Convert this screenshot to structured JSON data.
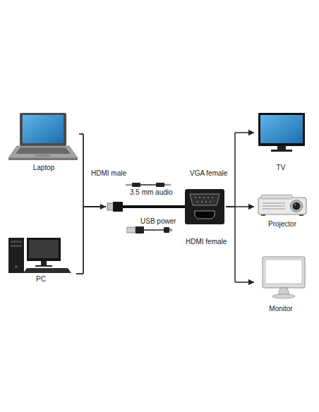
{
  "diagram": {
    "nodes": [
      {
        "text": [
          "Laptop"
        ]
      },
      {
        "text": [
          "PC"
        ]
      },
      {
        "text": [
          "TV"
        ]
      },
      {
        "text": [
          "Projector"
        ]
      },
      {
        "text": [
          "Monitor"
        ]
      }
    ],
    "edges": [
      {
        "from": 0,
        "to": 2,
        "arrow": "to"
      },
      {
        "from": 0,
        "to": 3,
        "arrow": "to"
      },
      {
        "from": 0,
        "to": 4,
        "arrow": "to"
      },
      {
        "from": 1,
        "to": 2,
        "arrow": "to"
      },
      {
        "from": 1,
        "to": 3,
        "arrow": "to"
      },
      {
        "from": 1,
        "to": 4,
        "arrow": "to"
      }
    ],
    "labels": [
      "HDMI male",
      "VGA female",
      "3.5 mm audio",
      "USB power",
      "HDMI female"
    ]
  }
}
